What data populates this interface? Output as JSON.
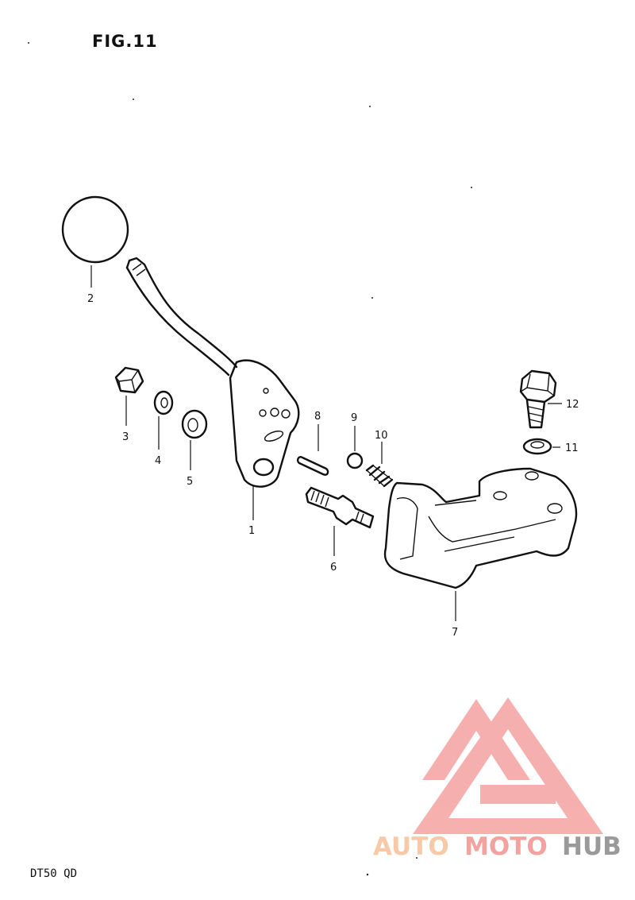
{
  "figure": {
    "title": "FIG.11",
    "model": "DT50 QD"
  },
  "callouts": [
    "1",
    "2",
    "3",
    "4",
    "5",
    "6",
    "7",
    "8",
    "9",
    "10",
    "11",
    "12"
  ],
  "watermark": {
    "text_part1": "AUTO",
    "text_part2": "MOTO",
    "text_part3": "HUB",
    "color_light": "#f7c9a6",
    "color_mid": "#f4a2a0",
    "color_dark": "#9a9a9a"
  }
}
